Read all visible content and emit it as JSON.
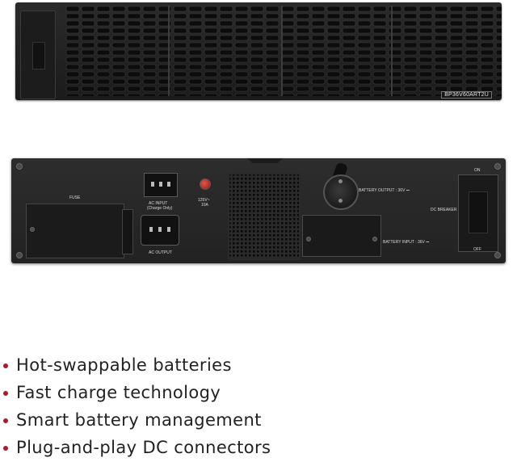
{
  "front_panel": {
    "model_label": "BP36V60ART2U"
  },
  "rear_panel": {
    "fuse_label": "FUSE",
    "ac_input_label": "AC INPUT",
    "ac_input_sub": "(Charge Only)",
    "reset_rating": "125V~",
    "reset_current": "10A",
    "ac_output_label": "AC OUTPUT",
    "battery_output_label": "BATTERY OUTPUT : 36V ⎓",
    "battery_input_label": "BATTERY INPUT : 36V ⎓",
    "dc_breaker_label": "DC BREAKER",
    "on_label": "ON",
    "off_label": "OFF"
  },
  "features": [
    "Hot-swappable batteries",
    "Fast charge technology",
    "Smart battery management",
    "Plug-and-play DC connectors"
  ],
  "colors": {
    "bullet": "#b2182b",
    "text": "#222222",
    "chassis": "#262626"
  }
}
